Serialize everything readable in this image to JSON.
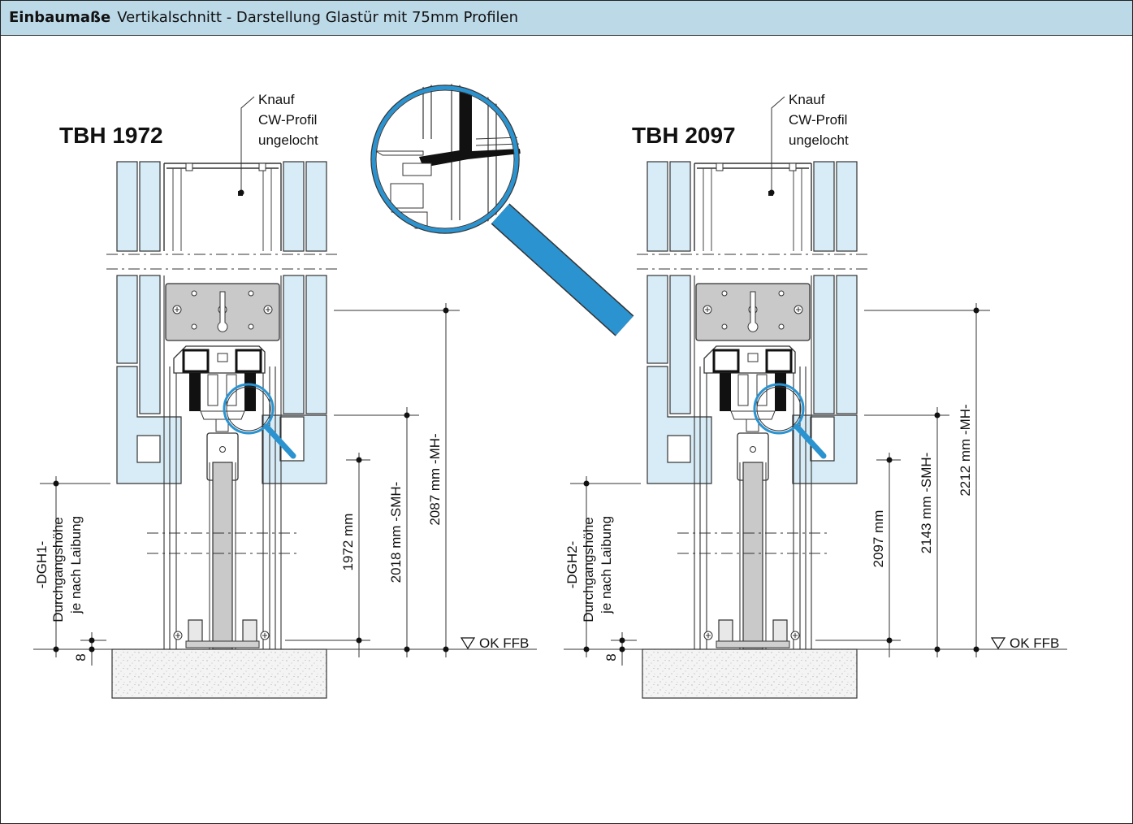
{
  "header": {
    "title_bold": "Einbaumaße",
    "title_rest": "Vertikalschnitt - Darstellung Glastür mit 75mm Profilen"
  },
  "colors": {
    "header_bg": "#bcd9e8",
    "board": "#d7ecf6",
    "magnifier": "#2a93d0",
    "plate": "#c9c9c9",
    "concrete": "#f2f2f2"
  },
  "left": {
    "tbh": "TBH 1972",
    "label_line1": "Knauf",
    "label_line2": "CW-Profil",
    "label_line3": "ungelocht",
    "dim_door": "1972 mm",
    "dim_smh": "2018 mm -SMH-",
    "dim_mh": "2087 mm -MH-",
    "dgh_line1": "-DGH1-",
    "dgh_line2": "Durchgangshöhe",
    "dgh_line3": "je nach Laibung",
    "dim_small": "8",
    "ok_ffb": "OK FFB"
  },
  "right": {
    "tbh": "TBH 2097",
    "label_line1": "Knauf",
    "label_line2": "CW-Profil",
    "label_line3": "ungelocht",
    "dim_door": "2097 mm",
    "dim_smh": "2143 mm -SMH-",
    "dim_mh": "2212 mm -MH-",
    "dgh_line1": "-DGH2-",
    "dgh_line2": "Durchgangshöhe",
    "dgh_line3": "je nach Laibung",
    "dim_small": "8",
    "ok_ffb": "OK FFB"
  }
}
